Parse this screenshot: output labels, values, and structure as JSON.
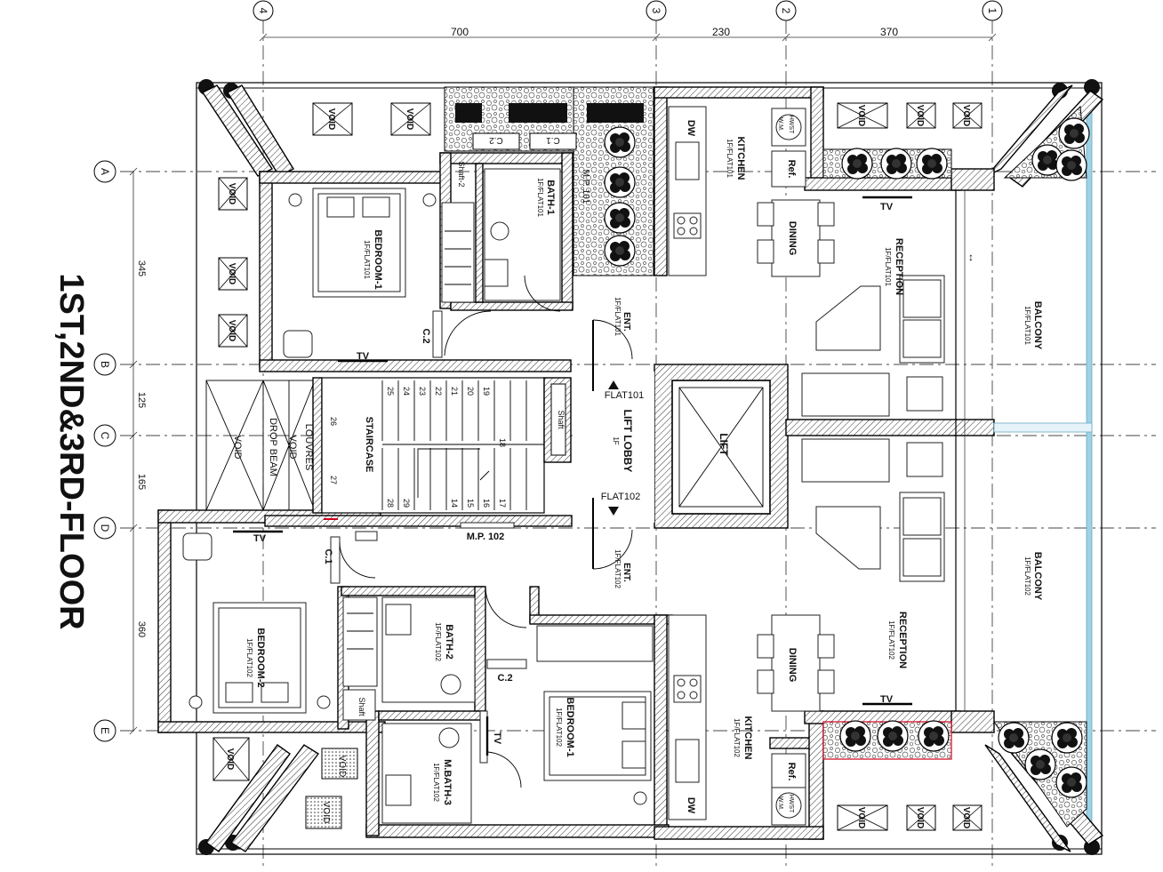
{
  "title": "1ST,2ND&3RD-FLOOR",
  "grid_columns": [
    {
      "id": "col-4",
      "label": "4"
    },
    {
      "id": "col-3",
      "label": "3"
    },
    {
      "id": "col-2",
      "label": "2"
    },
    {
      "id": "col-1",
      "label": "1"
    }
  ],
  "grid_rows": [
    {
      "id": "row-a",
      "label": "A"
    },
    {
      "id": "row-b",
      "label": "B"
    },
    {
      "id": "row-c",
      "label": "C"
    },
    {
      "id": "row-d",
      "label": "D"
    },
    {
      "id": "row-e",
      "label": "E"
    }
  ],
  "dims_top": [
    "700",
    "230",
    "370"
  ],
  "dims_left": [
    "345",
    "125",
    "165",
    "360"
  ],
  "rooms": {
    "bedroom1_f101": {
      "name": "BEDROOM-1",
      "ref": "1F/FLAT101"
    },
    "bath1_f101": {
      "name": "BATH-1",
      "ref": "1F/FLAT101"
    },
    "kitchen_f101": {
      "name": "KITCHEN",
      "ref": "1F/FLAT101"
    },
    "reception_f101": {
      "name": "RECEPTION",
      "ref": "1F/FLAT101"
    },
    "balcony_f101": {
      "name": "BALCONY",
      "ref": "1F/FLAT101"
    },
    "ent_f101": {
      "name": "ENT.",
      "ref": "1F/FLAT101"
    },
    "dining_f101": {
      "name": "DINING"
    },
    "bedroom2_f102": {
      "name": "BEDROOM-2",
      "ref": "1F/FLAT102"
    },
    "bath2_f102": {
      "name": "BATH-2",
      "ref": "1F/FLAT102"
    },
    "mbath3_f102": {
      "name": "M.BATH-3",
      "ref": "1F/FLAT102"
    },
    "bedroom1_f102": {
      "name": "BEDROOM-1",
      "ref": "1F/FLAT102"
    },
    "kitchen_f102": {
      "name": "KITCHEN",
      "ref": "1F/FLAT102"
    },
    "reception_f102": {
      "name": "RECEPTION",
      "ref": "1F/FLAT102"
    },
    "balcony_f102": {
      "name": "BALCONY",
      "ref": "1F/FLAT102"
    },
    "ent_f102": {
      "name": "ENT.",
      "ref": "1F/FLAT102"
    },
    "dining_f102": {
      "name": "DINING"
    },
    "lift_lobby": {
      "name": "LIFT LOBBY",
      "ref": "1F"
    },
    "lift": {
      "name": "LIFT"
    },
    "staircase": {
      "name": "STAIRCASE"
    }
  },
  "labels": {
    "void": "VOID",
    "tv": "TV",
    "dw": "DW",
    "ref": "Ref.",
    "hwst": "HWST",
    "wm": "W.M.",
    "shaft": "Shaft",
    "shaft2": "Shaft-2",
    "mp101": "M.P. 101",
    "mp102": "M.P. 102",
    "c1": "C.1",
    "c2": "C.2",
    "flat101": "FLAT101",
    "flat102": "FLAT102",
    "louvres": "LOUVRES",
    "drop_beam": "DROP BEAM"
  },
  "stair_numbers": [
    "25",
    "24",
    "23",
    "22",
    "21",
    "20",
    "19",
    "18",
    "26",
    "27",
    "28",
    "29",
    "14",
    "15",
    "16",
    "17"
  ],
  "colors": {
    "line": "#000000",
    "hatch": "#555555",
    "glass": "#9ed3e6",
    "red": "#d0021b"
  }
}
